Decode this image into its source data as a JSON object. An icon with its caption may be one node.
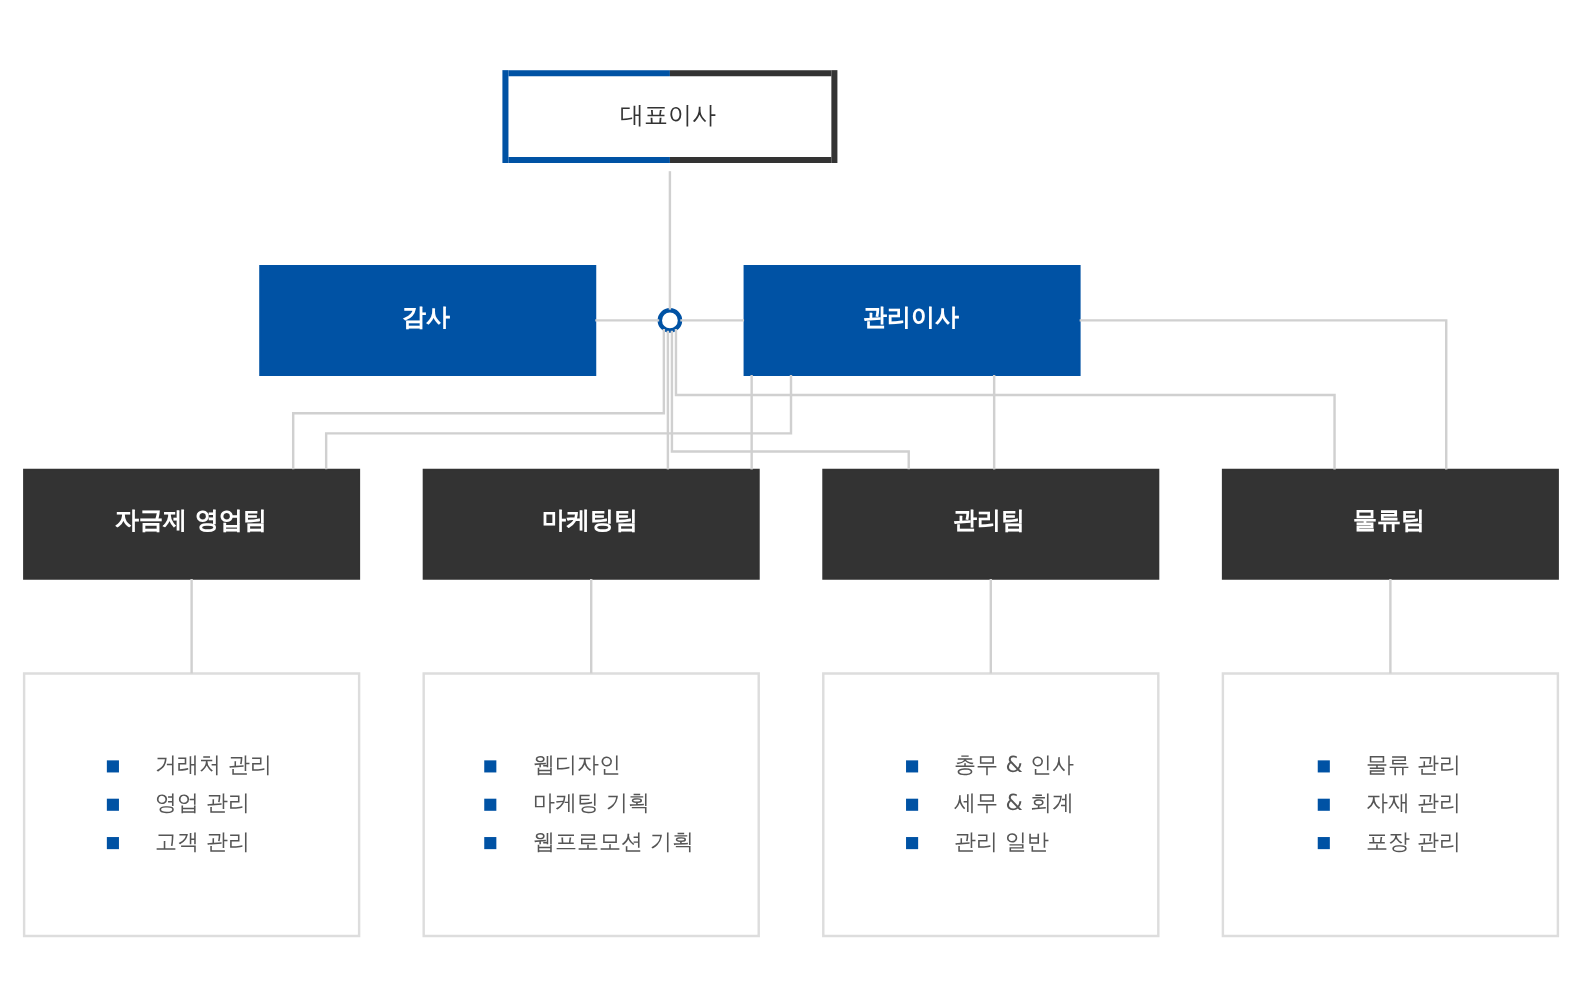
{
  "diagram": {
    "nodes": [
      {
        "text": [
          "대표이사"
        ]
      },
      {
        "text": [
          "감사"
        ]
      },
      {
        "text": [],
        "shape": "circle"
      },
      {
        "text": [
          "관리이사"
        ]
      },
      {
        "text": [
          "자금제 영업팀"
        ]
      },
      {
        "text": [
          "마케팅팀"
        ]
      },
      {
        "text": [
          "관리팀"
        ]
      },
      {
        "text": [
          "물류팀"
        ]
      },
      {
        "text": [
          "거래처 관리",
          "영업 관리",
          "고객 관리"
        ]
      },
      {
        "text": [
          "웹디자인",
          "마케팅 기획",
          "웹프로모션 기획"
        ]
      },
      {
        "text": [
          "총무 & 인사",
          "세무 & 회계",
          "관리 일반"
        ]
      },
      {
        "text": [
          "물류 관리",
          "자재 관리",
          "포장 관리"
        ]
      }
    ],
    "edges": [
      {
        "from": 0,
        "to": 2,
        "arrow": "none"
      },
      {
        "from": 1,
        "to": 2,
        "arrow": "none"
      },
      {
        "from": 2,
        "to": 3,
        "arrow": "none"
      },
      {
        "from": 2,
        "to": 4,
        "arrow": "none"
      },
      {
        "from": 2,
        "to": 5,
        "arrow": "none"
      },
      {
        "from": 2,
        "to": 6,
        "arrow": "none"
      },
      {
        "from": 2,
        "to": 7,
        "arrow": "none"
      },
      {
        "from": 3,
        "to": 4,
        "arrow": "none"
      },
      {
        "from": 3,
        "to": 5,
        "arrow": "none"
      },
      {
        "from": 3,
        "to": 6,
        "arrow": "none"
      },
      {
        "from": 3,
        "to": 7,
        "arrow": "none"
      },
      {
        "from": 4,
        "to": 8,
        "arrow": "none"
      },
      {
        "from": 5,
        "to": 9,
        "arrow": "none"
      },
      {
        "from": 6,
        "to": 10,
        "arrow": "none"
      },
      {
        "from": 7,
        "to": 11,
        "arrow": "none"
      }
    ]
  }
}
